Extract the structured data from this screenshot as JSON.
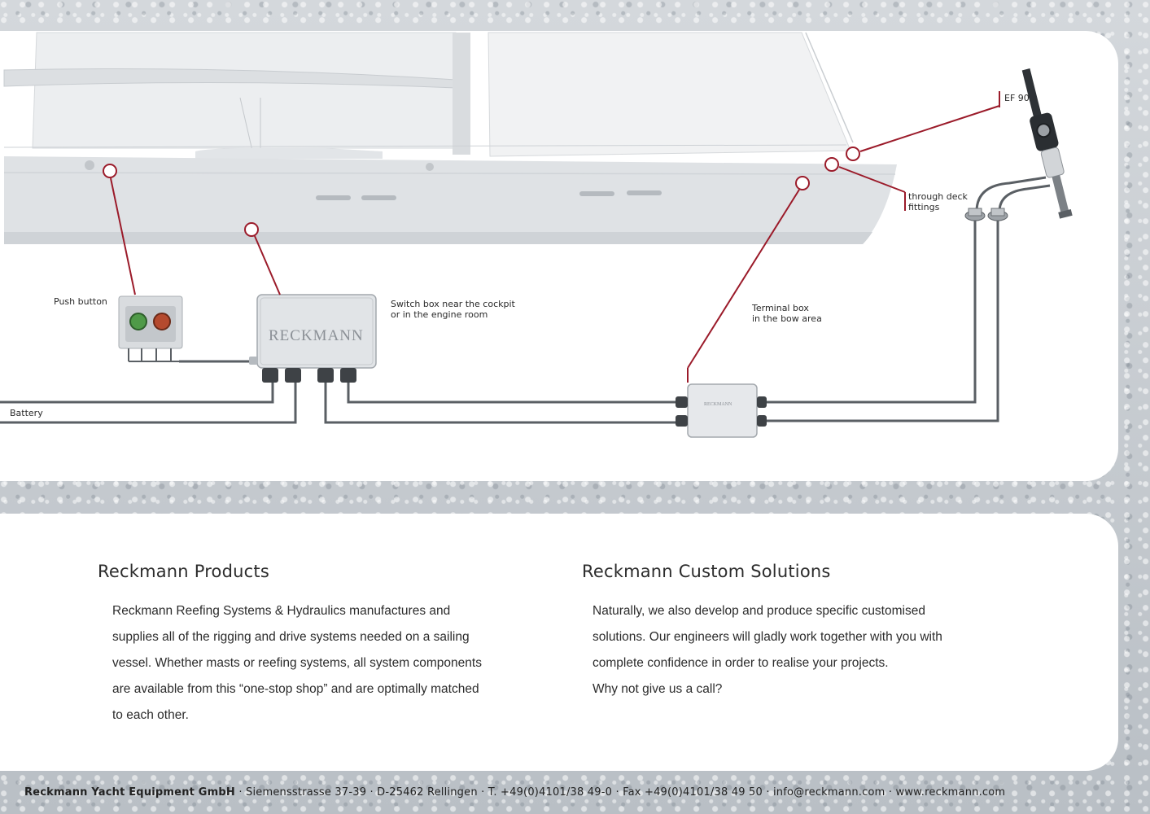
{
  "diagram": {
    "labels": {
      "ef90": "EF 90",
      "through_deck": "through deck\nfittings",
      "push_button": "Push button",
      "switch_box": "Switch box near the cockpit\nor in the engine room",
      "terminal_box": "Terminal box\nin the bow area",
      "battery": "Battery"
    },
    "logo_text": "RECKMANN",
    "terminal_logo_text": "RECKMANN",
    "callout_color": "#9b1b2a",
    "cable_color": "#5a5f64"
  },
  "products": {
    "heading": "Reckmann Products",
    "lines": [
      "Reckmann Reefing Systems & Hydraulics manufactures and",
      "supplies all of the rigging and drive systems needed on a sailing",
      "vessel. Whether masts or reefing systems, all system components",
      "are available from this “one-stop shop” and are optimally matched",
      "to each other."
    ]
  },
  "custom": {
    "heading": "Reckmann Custom Solutions",
    "lines": [
      "Naturally, we also develop and produce specific customised",
      "solutions. Our engineers will gladly work together with you with",
      "complete confidence in order to realise your projects.",
      "Why not give us a call?"
    ]
  },
  "footer": {
    "company": "Reckmann Yacht Equipment GmbH",
    "details": " ·  Siemensstrasse 37-39  ·  D-25462 Rellingen · T. +49(0)4101/38 49-0 · Fax +49(0)4101/38 49 50 · info@reckmann.com · www.reckmann.com"
  }
}
